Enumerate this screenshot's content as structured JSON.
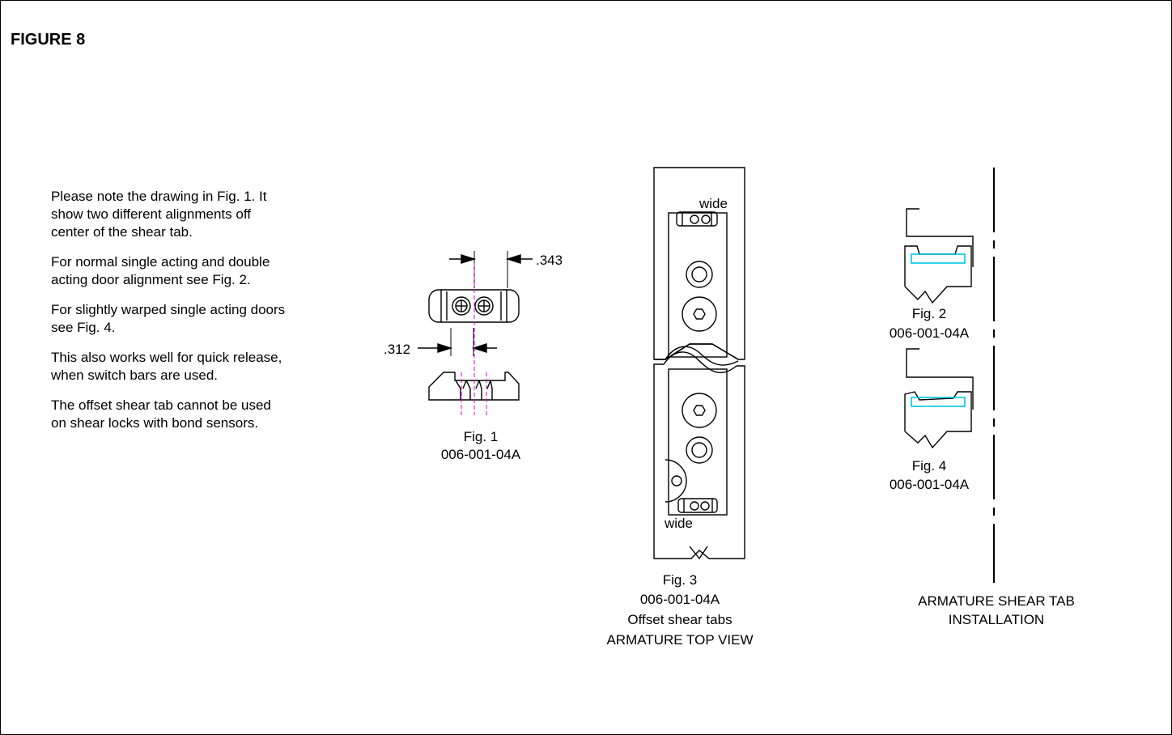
{
  "title": "FIGURE 8",
  "notes": [
    "Please note the drawing in Fig. 1.  It show two different alignments off center of the shear tab.",
    "For normal single acting and double acting door alignment see Fig. 2.",
    "For slightly warped single acting doors see Fig. 4.",
    "This also works well for quick release, when switch bars are used.",
    "The offset shear tab cannot be used on shear locks with bond sensors."
  ],
  "fig1": {
    "dim_right": ".343",
    "dim_left": ".312",
    "caption_line1": "Fig. 1",
    "caption_line2": "006-001-04A"
  },
  "fig3": {
    "label_top": "wide",
    "label_bottom": "wide",
    "caption_line1": "Fig. 3",
    "caption_line2": "006-001-04A",
    "caption_line3": "Offset shear tabs",
    "caption_line4": "ARMATURE TOP VIEW"
  },
  "fig2": {
    "caption_line1": "Fig. 2",
    "caption_line2": "006-001-04A"
  },
  "fig4": {
    "caption_line1": "Fig. 4",
    "caption_line2": "006-001-04A"
  },
  "installation": {
    "line1": "ARMATURE SHEAR TAB",
    "line2": "INSTALLATION"
  },
  "colors": {
    "centerline": "#e000e0",
    "tab_highlight": "#00c8e0",
    "ink": "#000000"
  }
}
